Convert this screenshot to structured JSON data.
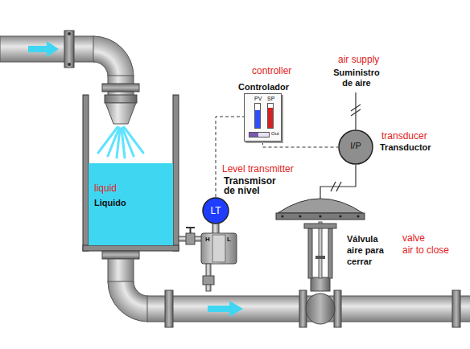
{
  "diagram": {
    "nodes": [
      {
        "text": [
          "Controlador",
          "PV",
          "SP",
          "Out"
        ]
      },
      {
        "text": [
          "I/P",
          "Transductor"
        ]
      },
      {
        "text": [
          "Liquido"
        ]
      },
      {
        "text": [
          "LT",
          "Transmisor de nivel"
        ]
      },
      {
        "text": [
          "Válvula aire para cerrar"
        ]
      }
    ],
    "edges": [
      {
        "from": 3,
        "to": 0,
        "arrow": "none"
      },
      {
        "from": 0,
        "to": 1,
        "arrow": "none"
      },
      {
        "from": 1,
        "to": 4,
        "arrow": "none"
      }
    ],
    "labels": [
      "controller",
      "air supply",
      "Suministro de aire",
      "transducer",
      "liquid",
      "Level transmitter",
      "H",
      "L",
      "valve",
      "air to close"
    ]
  }
}
